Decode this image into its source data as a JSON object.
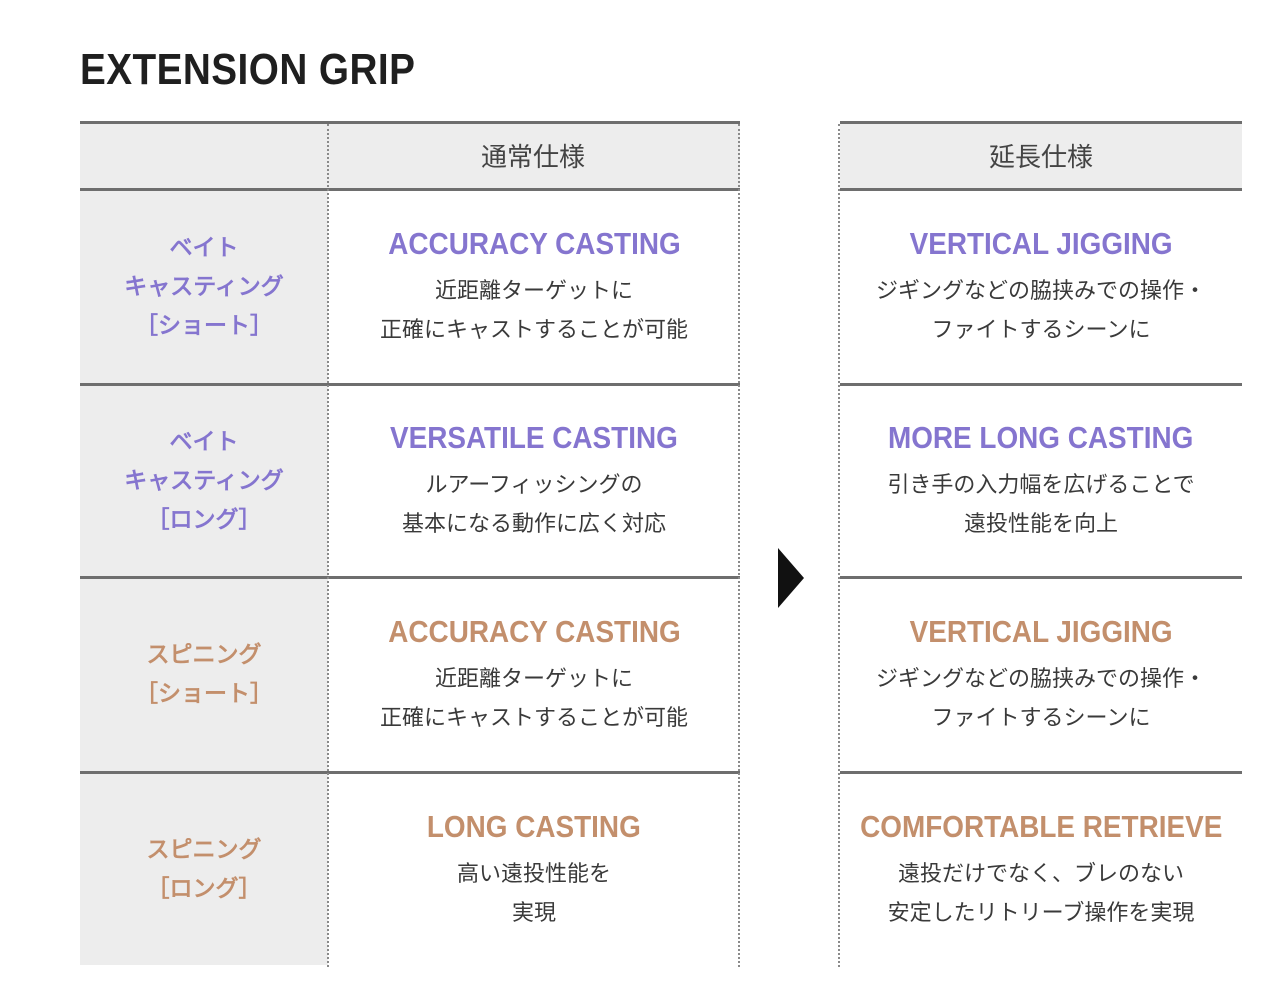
{
  "title": "EXTENSION GRIP",
  "colors": {
    "bait": "#8575cf",
    "spinning": "#c38f6c",
    "label_bg": "#ededed",
    "border": "#6e6e6e"
  },
  "header": {
    "standard": "通常仕様",
    "extended": "延長仕様"
  },
  "arrow_icon": "right-triangle-arrow",
  "rows": [
    {
      "type": "bait",
      "label": [
        "ベイト",
        "キャスティング",
        "［ショート］"
      ],
      "standard": {
        "heading": "ACCURACY CASTING",
        "desc": [
          "近距離ターゲットに",
          "正確にキャストすることが可能"
        ]
      },
      "extended": {
        "heading": "VERTICAL JIGGING",
        "desc": [
          "ジギングなどの脇挟みでの操作・",
          "ファイトするシーンに"
        ]
      }
    },
    {
      "type": "bait",
      "label": [
        "ベイト",
        "キャスティング",
        "［ロング］"
      ],
      "standard": {
        "heading": "VERSATILE CASTING",
        "desc": [
          "ルアーフィッシングの",
          "基本になる動作に広く対応"
        ]
      },
      "extended": {
        "heading": "MORE LONG CASTING",
        "desc": [
          "引き手の入力幅を広げることで",
          "遠投性能を向上"
        ]
      }
    },
    {
      "type": "spinning",
      "label": [
        "スピニング",
        "［ショート］"
      ],
      "standard": {
        "heading": "ACCURACY CASTING",
        "desc": [
          "近距離ターゲットに",
          "正確にキャストすることが可能"
        ]
      },
      "extended": {
        "heading": "VERTICAL JIGGING",
        "desc": [
          "ジギングなどの脇挟みでの操作・",
          "ファイトするシーンに"
        ]
      }
    },
    {
      "type": "spinning",
      "label": [
        "スピニング",
        "［ロング］"
      ],
      "standard": {
        "heading": "LONG CASTING",
        "desc": [
          "高い遠投性能を",
          "実現"
        ]
      },
      "extended": {
        "heading": "COMFORTABLE RETRIEVE",
        "desc": [
          "遠投だけでなく、ブレのない",
          "安定したリトリーブ操作を実現"
        ]
      }
    }
  ]
}
